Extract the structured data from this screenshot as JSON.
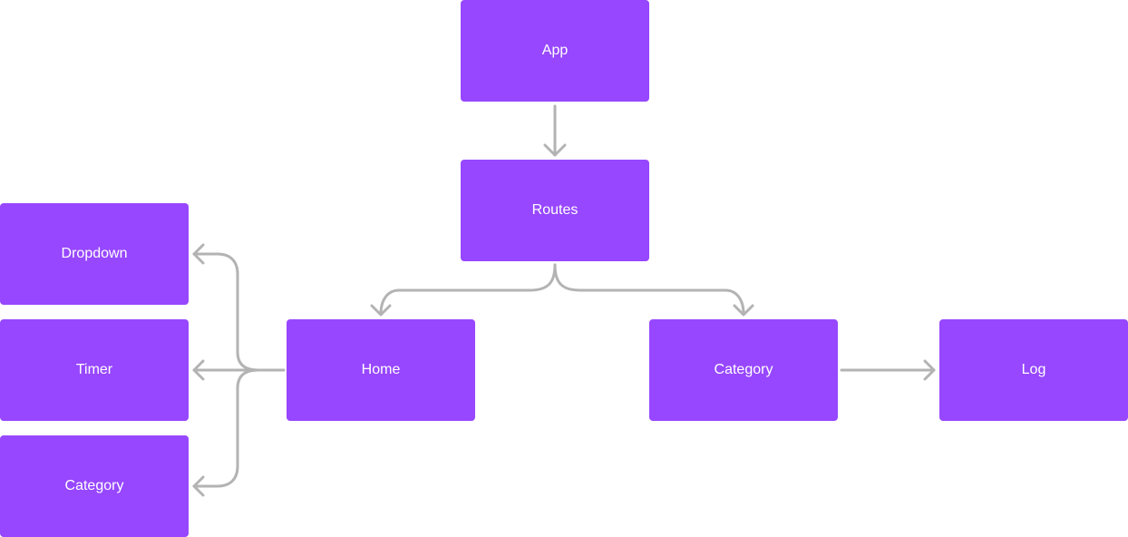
{
  "diagram": {
    "nodes": {
      "app": "App",
      "routes": "Routes",
      "dropdown": "Dropdown",
      "timer": "Timer",
      "category_left": "Category",
      "home": "Home",
      "category_right": "Category",
      "log": "Log"
    },
    "edges": [
      {
        "from": "App",
        "to": "Routes"
      },
      {
        "from": "Routes",
        "to": "Home"
      },
      {
        "from": "Routes",
        "to": "Category"
      },
      {
        "from": "Home",
        "to": "Dropdown"
      },
      {
        "from": "Home",
        "to": "Timer"
      },
      {
        "from": "Home",
        "to": "Category"
      },
      {
        "from": "Category",
        "to": "Log"
      }
    ],
    "colors": {
      "node_fill": "#9747ff",
      "node_text": "#ffffff",
      "connector": "#b3b3b3",
      "background": "#ffffff"
    }
  }
}
